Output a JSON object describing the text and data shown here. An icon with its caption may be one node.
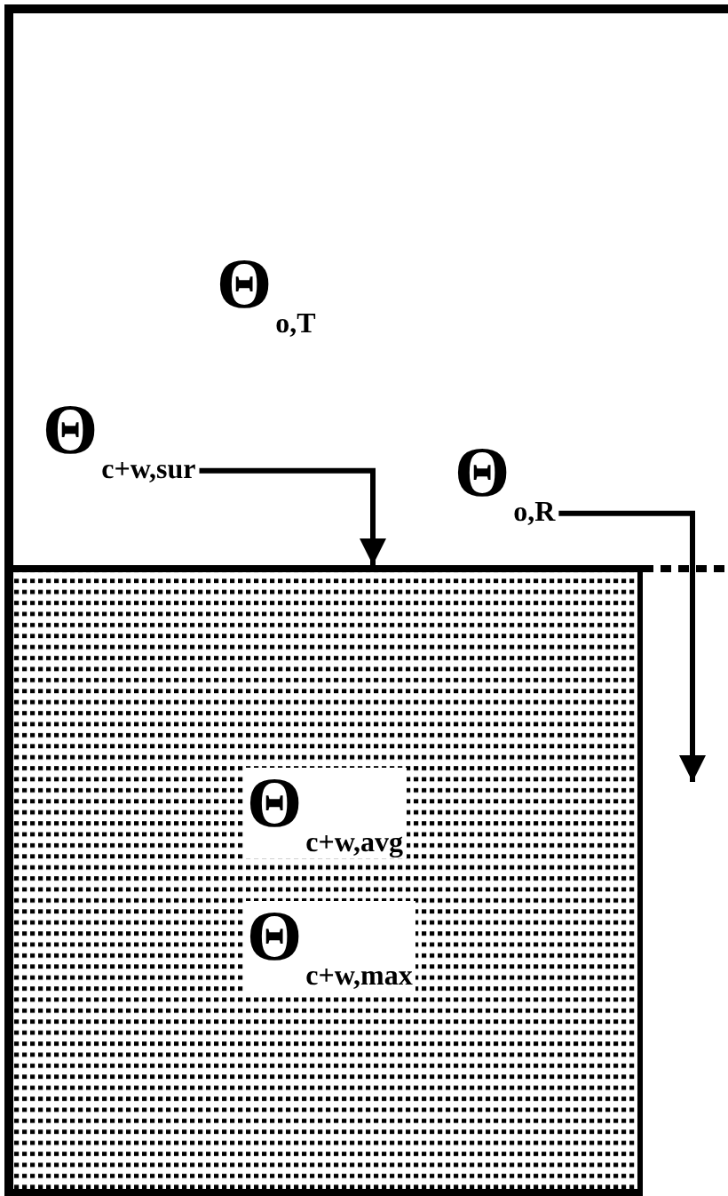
{
  "diagram": {
    "nodes": [
      {
        "text": [
          "Θ$_{c+w,sur}$"
        ]
      },
      {
        "text": [
          "Θ$_{o,R}$"
        ]
      },
      {
        "text": [
          "Θ$_{c+w,avg}$",
          "Θ$_{c+w,max}$"
        ]
      }
    ],
    "edges": [
      {
        "from": 0,
        "to": 2,
        "arrow": "to"
      },
      {
        "from": 1,
        "to": 2,
        "arrow": "to"
      }
    ],
    "labels": [
      "Θ$_{o,T}$"
    ]
  }
}
